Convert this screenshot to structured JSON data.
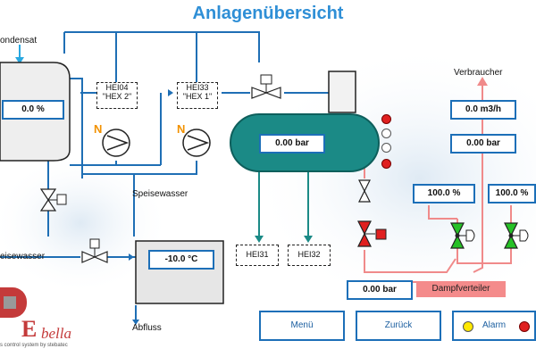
{
  "header": {
    "title": "Anlagenübersicht"
  },
  "labels": {
    "kondensat": "ondensat",
    "speisewasser_mid": "Speisewasser",
    "speisewasser_left": "eisewasser",
    "abfluss": "Abfluss",
    "verbraucher": "Verbraucher",
    "dampfverteiler": "Dampfverteiler",
    "n1": "N",
    "n2": "N"
  },
  "exchangers": {
    "hei04": {
      "line1": "HEI04",
      "line2": "\"HEX 2\""
    },
    "hei33": {
      "line1": "HEI33",
      "line2": "\"HEX 1\""
    },
    "hei31": "HEI31",
    "hei32": "HEI32"
  },
  "values": {
    "tank_level": "0.0 %",
    "boiler_pressure": "0.00 bar",
    "consumer_flow": "0.0 m3/h",
    "consumer_pressure": "0.00 bar",
    "valve_left_pct": "100.0 %",
    "valve_right_pct": "100.0 %",
    "feedwater_temp": "-10.0 °C",
    "distributor_pressure": "0.00 bar"
  },
  "buttons": {
    "menu": "Menü",
    "back": "Zurück",
    "alarm": "Alarm"
  },
  "logo": {
    "brand_e": "E",
    "brand_text": "bella",
    "tagline": "s control system by stebatec"
  },
  "colors": {
    "pipe": "#1f6fb5",
    "steam": "#e23d3d",
    "boiler": "#1b8a86",
    "accent": "#2f8fd6",
    "valve_green": "#27c127"
  }
}
